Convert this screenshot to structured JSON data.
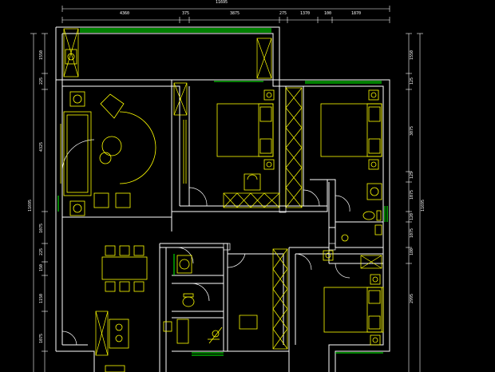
{
  "drawing": {
    "background": "#000000",
    "colors": {
      "wall": "#ffffff",
      "furniture": "#ffff00",
      "window": "#00ff00",
      "dimension": "#ffffff",
      "hatch": "#ffff00"
    }
  },
  "dimensions": {
    "top_total": "11695",
    "top_segments": [
      "4360",
      "375",
      "3875",
      "275",
      "1370",
      "100",
      "1870"
    ],
    "left_total": "11695",
    "left_segments": [
      "1550",
      "225",
      "4325",
      "1075",
      "225",
      "150",
      "1150",
      "1075"
    ],
    "right_total": "11695",
    "right_segments": [
      "1550",
      "125",
      "3075",
      "125",
      "1075",
      "120",
      "1075",
      "180",
      "2995"
    ]
  }
}
